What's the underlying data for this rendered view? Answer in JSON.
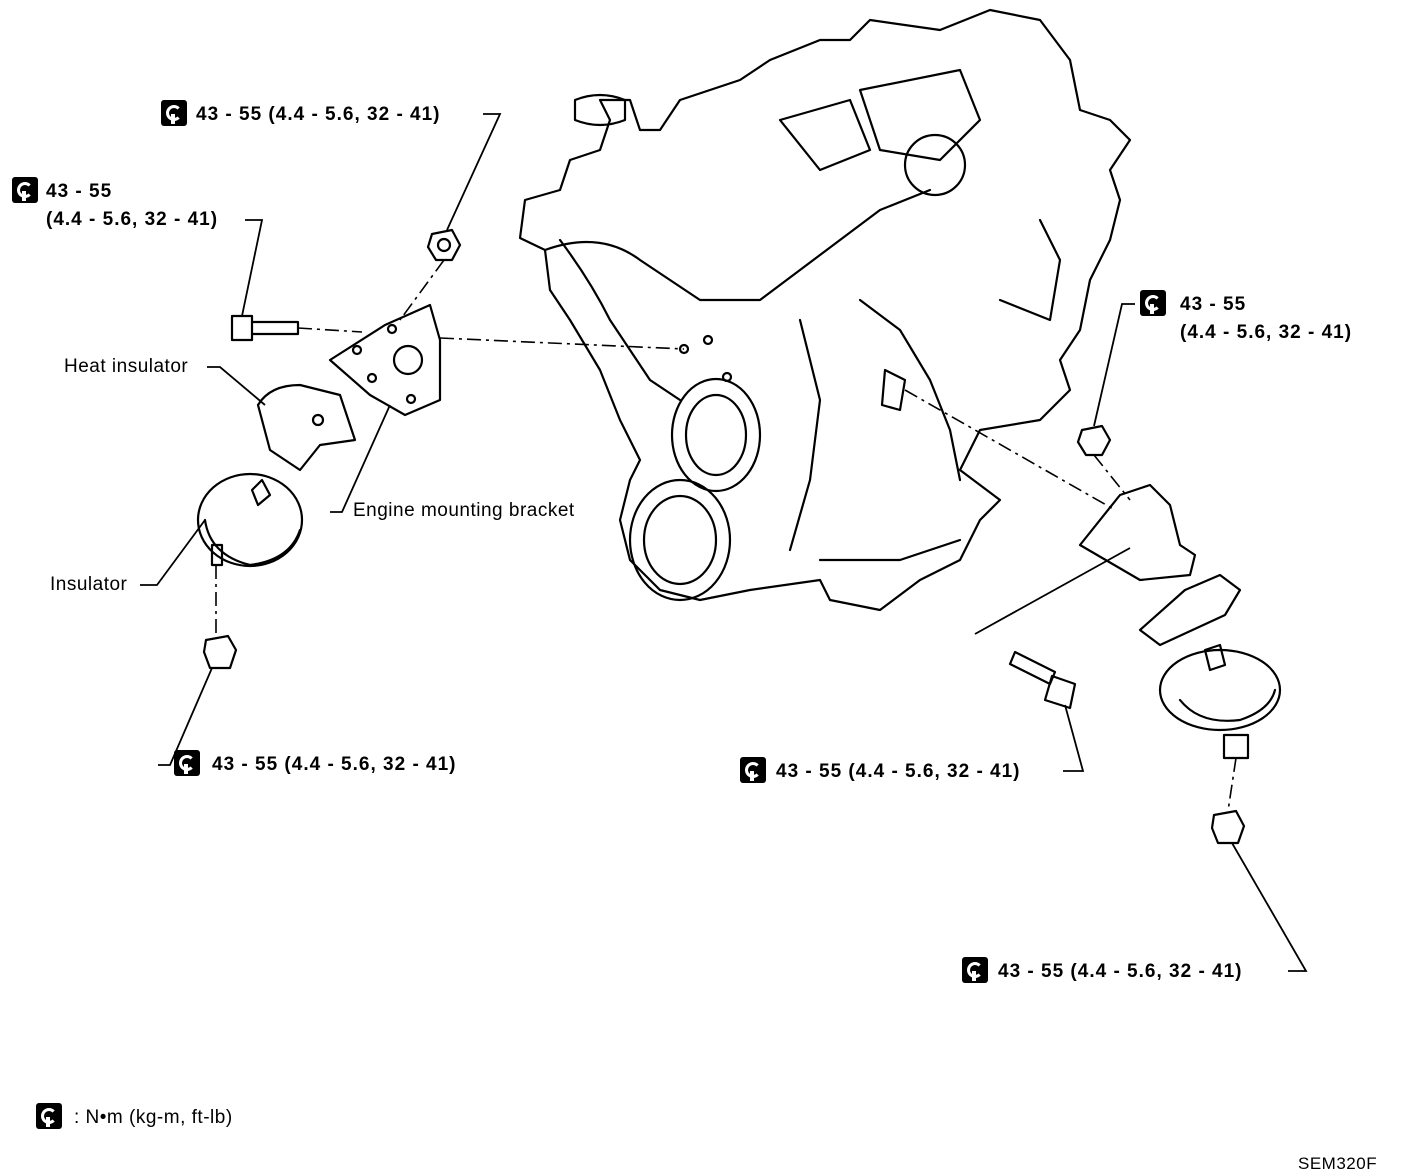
{
  "torque_icon": "torque-wrench-icon",
  "labels": {
    "top_nut": "43 - 55 (4.4 - 5.6, 32 - 41)",
    "left_bolt_line1": "43 - 55",
    "left_bolt_line2": "(4.4 - 5.6, 32 - 41)",
    "right_nut_line1": "43 - 55",
    "right_nut_line2": "(4.4 - 5.6, 32 - 41)",
    "left_bottom_nut": "43 - 55 (4.4 - 5.6, 32 - 41)",
    "right_bolt": "43 - 55 (4.4 - 5.6, 32 - 41)",
    "right_bottom_nut": "43 - 55 (4.4 - 5.6, 32 - 41)",
    "heat_insulator": "Heat insulator",
    "engine_mounting_bracket": "Engine mounting bracket",
    "insulator": "Insulator"
  },
  "legend": {
    "unit_text": ": N•m (kg-m, ft-lb)"
  },
  "figure_code": "SEM320F"
}
